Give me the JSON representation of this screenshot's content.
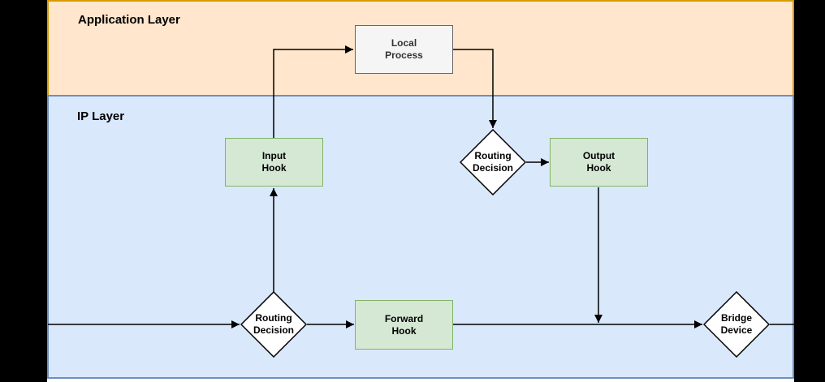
{
  "diagram": {
    "layers": {
      "application": {
        "label": "Application Layer"
      },
      "ip": {
        "label": "IP Layer"
      }
    },
    "nodes": {
      "local_process": {
        "label": "Local\nProcess",
        "type": "process"
      },
      "input_hook": {
        "label": "Input\nHook",
        "type": "hook"
      },
      "routing_decision_top": {
        "label": "Routing\nDecision",
        "type": "decision"
      },
      "output_hook": {
        "label": "Output\nHook",
        "type": "hook"
      },
      "routing_decision_bottom": {
        "label": "Routing\nDecision",
        "type": "decision"
      },
      "forward_hook": {
        "label": "Forward\nHook",
        "type": "hook"
      },
      "bridge_device": {
        "label": "Bridge\nDevice",
        "type": "decision"
      }
    },
    "colors": {
      "application_fill": "#FFE6CC",
      "application_border": "#D79B00",
      "ip_fill": "#DAE8FC",
      "ip_border": "#6C8EBF",
      "hook_fill": "#D5E8D4",
      "hook_border": "#82B366",
      "process_fill": "#F5F5F5",
      "process_border": "#666666",
      "decision_fill": "#FFFFFF",
      "decision_border": "#000000",
      "connector": "#000000",
      "background": "#000000"
    }
  }
}
